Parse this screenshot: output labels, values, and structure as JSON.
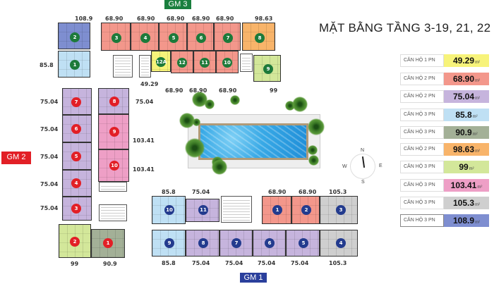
{
  "title": "MẶT BẰNG TẦNG 3-19, 21, 22",
  "gates": {
    "gm1": {
      "label": "GM 1",
      "color": "#2a3f9c"
    },
    "gm2": {
      "label": "GM 2",
      "color": "#e21f26"
    },
    "gm3": {
      "label": "GM 3",
      "color": "#1a7f3e"
    }
  },
  "legend": [
    {
      "name": "CĂN HỘ 1 PN",
      "area": "49.29",
      "unit": "m²",
      "color": "#f7f37a"
    },
    {
      "name": "CĂN HỘ 2 PN",
      "area": "68.90",
      "unit": "m²",
      "color": "#f3978b"
    },
    {
      "name": "CĂN HỘ 2 PN",
      "area": "75.04",
      "unit": "m²",
      "color": "#c6b4dd"
    },
    {
      "name": "CĂN HỘ 3 PN",
      "area": "85.8",
      "unit": "m²",
      "color": "#bfe0f4"
    },
    {
      "name": "CĂN HỘ 3 PN",
      "area": "90.9",
      "unit": "m²",
      "color": "#a3b097"
    },
    {
      "name": "CĂN HỘ 2 PN",
      "area": "98.63",
      "unit": "m²",
      "color": "#f8b46a"
    },
    {
      "name": "CĂN HỘ 3 PN",
      "area": "99",
      "unit": "m²",
      "color": "#d3e79a"
    },
    {
      "name": "CĂN HỘ 3 PN",
      "area": "103.41",
      "unit": "m²",
      "color": "#ee9fc6"
    },
    {
      "name": "CĂN HỘ 3 PN",
      "area": "105.3",
      "unit": "m²",
      "color": "#cfcfcf"
    },
    {
      "name": "CĂN HỘ 3 PN",
      "area": "108.9",
      "unit": "m²",
      "color": "#7e8ed0"
    }
  ],
  "block_gm3": {
    "top_labels": [
      "108.9",
      "68.90",
      "68.90",
      "68.90",
      "68.90",
      "68.90",
      "98.63"
    ],
    "bottom_labels": [
      "49.29",
      "68.90",
      "68.90",
      "68.90",
      "99"
    ],
    "side_label": "85.8",
    "units": [
      {
        "id": "1",
        "area": "85.8"
      },
      {
        "id": "2",
        "area": "108.9"
      },
      {
        "id": "3",
        "area": "68.90"
      },
      {
        "id": "4",
        "area": "68.90"
      },
      {
        "id": "5",
        "area": "68.90"
      },
      {
        "id": "6",
        "area": "68.90"
      },
      {
        "id": "7",
        "area": "68.90"
      },
      {
        "id": "8",
        "area": "98.63"
      },
      {
        "id": "9",
        "area": "99"
      },
      {
        "id": "10",
        "area": "68.90"
      },
      {
        "id": "11",
        "area": "68.90"
      },
      {
        "id": "12",
        "area": "68.90"
      },
      {
        "id": "12A",
        "area": "49.29"
      }
    ]
  },
  "block_gm2": {
    "left_labels": [
      "75.04",
      "75.04",
      "75.04",
      "75.04",
      "75.04"
    ],
    "right_labels": [
      "75.04",
      "103.41",
      "103.41"
    ],
    "bottom_labels": [
      "99",
      "90.9"
    ],
    "units": [
      {
        "id": "1",
        "area": "90.9"
      },
      {
        "id": "2",
        "area": "99"
      },
      {
        "id": "3",
        "area": "75.04"
      },
      {
        "id": "4",
        "area": "75.04"
      },
      {
        "id": "5",
        "area": "75.04"
      },
      {
        "id": "6",
        "area": "75.04"
      },
      {
        "id": "7",
        "area": "75.04"
      },
      {
        "id": "8",
        "area": "75.04"
      },
      {
        "id": "9",
        "area": "103.41"
      },
      {
        "id": "10",
        "area": "103.41"
      }
    ]
  },
  "block_gm1": {
    "top_labels": [
      "85.8",
      "75.04",
      "68.90",
      "68.90",
      "105.3"
    ],
    "bottom_labels": [
      "85.8",
      "75.04",
      "75.04",
      "75.04",
      "75.04",
      "105.3"
    ],
    "units": [
      {
        "id": "1",
        "area": "68.90"
      },
      {
        "id": "2",
        "area": "68.90"
      },
      {
        "id": "3",
        "area": "105.3"
      },
      {
        "id": "4",
        "area": "105.3"
      },
      {
        "id": "5",
        "area": "75.04"
      },
      {
        "id": "6",
        "area": "75.04"
      },
      {
        "id": "7",
        "area": "75.04"
      },
      {
        "id": "8",
        "area": "75.04"
      },
      {
        "id": "9",
        "area": "85.8"
      },
      {
        "id": "10",
        "area": "85.8"
      },
      {
        "id": "11",
        "area": "75.04"
      }
    ]
  },
  "compass": {
    "n": "N",
    "s": "S",
    "e": "E",
    "w": "W"
  }
}
